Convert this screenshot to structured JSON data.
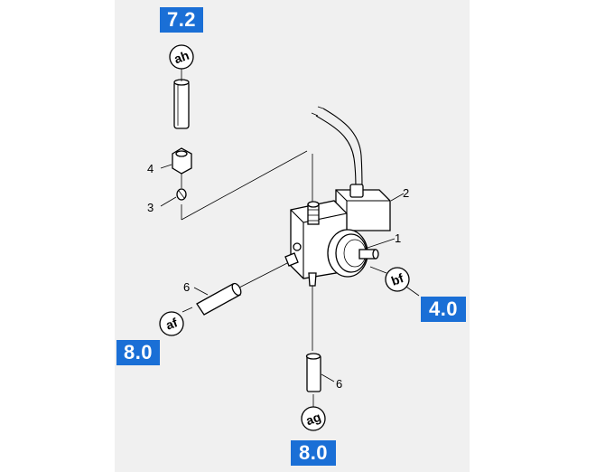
{
  "ref_labels": {
    "top": "7.2",
    "right": "4.0",
    "left": "8.0",
    "bottom": "8.0"
  },
  "bubbles": {
    "top": "ah",
    "right": "bf",
    "left": "af",
    "bottom": "ag"
  },
  "callouts": {
    "valve": "1",
    "coil": "2",
    "ferrule": "3",
    "nut": "4",
    "hose_left": "6",
    "hose_bottom": "6"
  },
  "colors": {
    "ref_box": "#1a6fd6",
    "panel": "#f0f0f0"
  }
}
